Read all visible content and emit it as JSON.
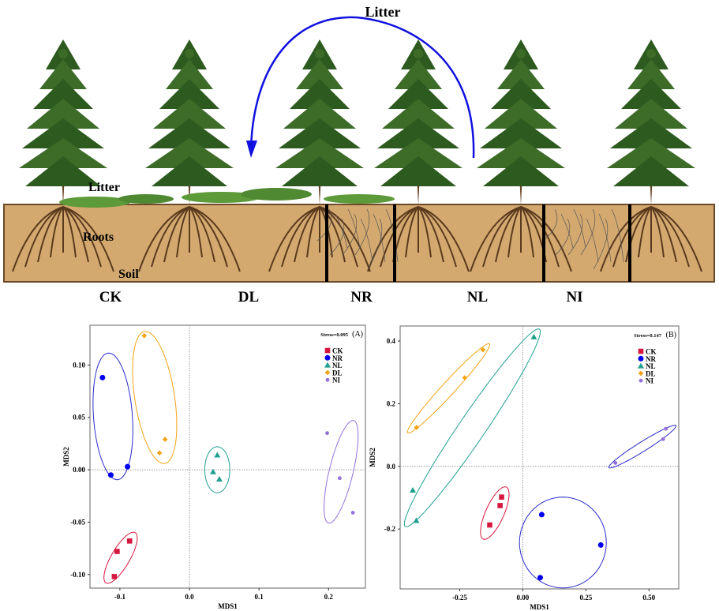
{
  "illustration": {
    "title": "Litter",
    "litter_label": "Litter",
    "roots_label": "Roots",
    "soil_label": "Soil",
    "treatments": [
      "CK",
      "DL",
      "NR",
      "NL",
      "NI"
    ],
    "arrow_color": "#1010e0",
    "soil_color": "#d4a96f"
  },
  "chart_data": [
    {
      "type": "scatter",
      "panel": "(A)",
      "stress": "Stress=0.095",
      "xlabel": "MDS1",
      "ylabel": "MDS2",
      "xlim": [
        -0.143,
        0.253
      ],
      "ylim": [
        -0.113,
        0.138
      ],
      "xticks": [
        -0.1,
        0.0,
        0.1,
        0.2
      ],
      "xtick_labels": [
        "-0.1",
        "0.0",
        "0.1",
        "0.2"
      ],
      "yticks": [
        -0.1,
        -0.05,
        0.0,
        0.05,
        0.1
      ],
      "ytick_labels": [
        "-0.10",
        "-0.05",
        "0.00",
        "0.05",
        "0.10"
      ],
      "legend_position": "top-right",
      "series": [
        {
          "name": "CK",
          "color": "#d6173f",
          "ellipse_color": "#d6173f",
          "marker": "square",
          "points": [
            [
              -0.104,
              -0.078
            ],
            [
              -0.108,
              -0.102
            ],
            [
              -0.086,
              -0.068
            ]
          ],
          "ellipse": {
            "center": [
              -0.099,
              -0.084
            ],
            "u": [
              0.021,
              0.024
            ],
            "v": [
              0.0115,
              -0.0044
            ]
          }
        },
        {
          "name": "NR",
          "color": "#0000ee",
          "ellipse_color": "#2a2acc",
          "marker": "circle",
          "points": [
            [
              -0.125,
              0.088
            ],
            [
              -0.113,
              -0.005
            ],
            [
              -0.089,
              0.003
            ]
          ],
          "ellipse": {
            "center": [
              -0.11,
              0.051
            ],
            "u": [
              -0.006,
              0.0605
            ],
            "v": [
              0.028,
              0.0
            ]
          }
        },
        {
          "name": "NL",
          "color": "#20a090",
          "ellipse_color": "#20a090",
          "marker": "triangle",
          "points": [
            [
              0.04,
              0.014
            ],
            [
              0.034,
              -0.002
            ],
            [
              0.043,
              -0.009
            ]
          ],
          "ellipse": {
            "center": [
              0.04,
              0.0
            ],
            "u": [
              0.0,
              0.022
            ],
            "v": [
              0.018,
              0.0
            ]
          }
        },
        {
          "name": "DL",
          "color": "#f5a316",
          "ellipse_color": "#f5a316",
          "marker": "diamond",
          "points": [
            [
              -0.065,
              0.128
            ],
            [
              -0.043,
              0.016
            ],
            [
              -0.035,
              0.029
            ]
          ],
          "ellipse": {
            "center": [
              -0.05,
              0.069
            ],
            "u": [
              -0.015,
              0.063
            ],
            "v": [
              0.028,
              0.004
            ]
          }
        },
        {
          "name": "NI",
          "color": "#9370db",
          "ellipse_color": "#9370db",
          "marker": "small-circle",
          "points": [
            [
              0.198,
              0.035
            ],
            [
              0.216,
              -0.008
            ],
            [
              0.235,
              -0.041
            ]
          ],
          "ellipse": {
            "center": [
              0.218,
              -0.002
            ],
            "u": [
              0.018,
              0.049
            ],
            "v": [
              0.0166,
              -0.0027
            ]
          }
        }
      ]
    },
    {
      "type": "scatter",
      "panel": "(B)",
      "stress": "Stress=0.147",
      "xlabel": "MDS1",
      "ylabel": "MDS2",
      "xlim": [
        -0.486,
        0.618
      ],
      "ylim": [
        -0.391,
        0.448
      ],
      "xticks": [
        -0.25,
        0.0,
        0.25,
        0.5
      ],
      "xtick_labels": [
        "-0.25",
        "0.00",
        "0.25",
        "0.50"
      ],
      "yticks": [
        -0.2,
        0.0,
        0.2,
        0.4
      ],
      "ytick_labels": [
        "-0.2",
        "0.0",
        "0.2",
        "0.4"
      ],
      "legend_position": "top-right",
      "series": [
        {
          "name": "CK",
          "color": "#d6173f",
          "ellipse_color": "#d6173f",
          "marker": "square",
          "points": [
            [
              -0.084,
              -0.098
            ],
            [
              -0.09,
              -0.125
            ],
            [
              -0.131,
              -0.187
            ]
          ],
          "ellipse": {
            "center": [
              -0.111,
              -0.149
            ],
            "u": [
              0.046,
              0.083
            ],
            "v": [
              0.033,
              -0.0123
            ]
          }
        },
        {
          "name": "NR",
          "color": "#0000ee",
          "ellipse_color": "#2a2acc",
          "marker": "circle",
          "points": [
            [
              0.075,
              -0.154
            ],
            [
              0.309,
              -0.251
            ],
            [
              0.069,
              -0.355
            ]
          ],
          "ellipse": {
            "center": [
              0.159,
              -0.243
            ],
            "u": [
              0.172,
              0.0
            ],
            "v": [
              0.0,
              0.145
            ]
          }
        },
        {
          "name": "NL",
          "color": "#20a090",
          "ellipse_color": "#20a090",
          "marker": "triangle",
          "points": [
            [
              0.044,
              0.413
            ],
            [
              -0.436,
              -0.076
            ],
            [
              -0.422,
              -0.173
            ]
          ],
          "ellipse": {
            "center": [
              -0.2,
              0.123
            ],
            "u": [
              0.266,
              0.315
            ],
            "v": [
              0.043,
              -0.0237
            ]
          }
        },
        {
          "name": "DL",
          "color": "#f5a316",
          "ellipse_color": "#f5a316",
          "marker": "diamond",
          "points": [
            [
              -0.158,
              0.372
            ],
            [
              -0.23,
              0.283
            ],
            [
              -0.421,
              0.124
            ]
          ],
          "ellipse": {
            "center": [
              -0.294,
              0.249
            ],
            "u": [
              0.162,
              0.142
            ],
            "v": [
              0.019,
              -0.0142
            ]
          }
        },
        {
          "name": "NI",
          "color": "#9370db",
          "ellipse_color": "#2a2acc",
          "marker": "small-circle",
          "points": [
            [
              0.567,
              0.12
            ],
            [
              0.556,
              0.087
            ],
            [
              0.367,
              0.011
            ]
          ],
          "ellipse": {
            "center": [
              0.474,
              0.063
            ],
            "u": [
              0.133,
              0.067
            ],
            "v": [
              0.0099,
              -0.0128
            ]
          }
        }
      ]
    }
  ]
}
